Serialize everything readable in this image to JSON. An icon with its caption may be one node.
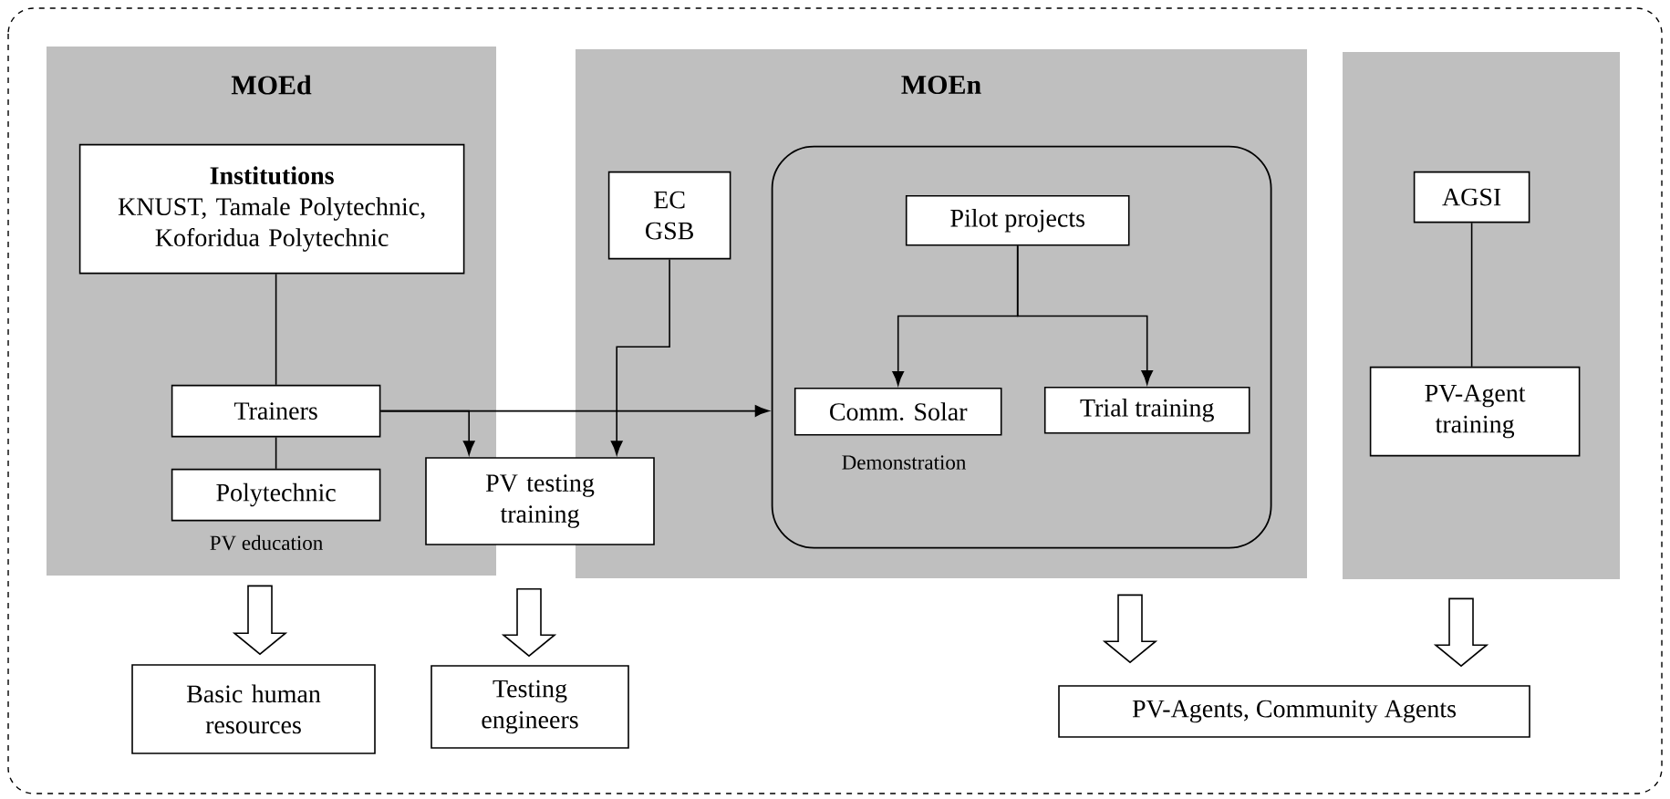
{
  "diagram": {
    "nodes": [
      {
        "text": [
          "MOEd"
        ]
      },
      {
        "text": [
          "Institutions",
          "KNUST, Tamale Polytechnic, Koforidua Polytechnic"
        ],
        "in": 0
      },
      {
        "text": [
          "Trainers"
        ],
        "in": 0
      },
      {
        "text": [
          "Polytechnic"
        ],
        "in": 0,
        "beside": [
          "PV education"
        ]
      },
      {
        "text": [
          "MOEn"
        ]
      },
      {
        "text": [
          "EC GSB"
        ],
        "in": 4
      },
      {
        "text": [
          "PV testing training"
        ]
      },
      {
        "text": [],
        "shape": "box",
        "in": 4
      },
      {
        "text": [
          "Pilot projects"
        ],
        "in": 7
      },
      {
        "text": [
          "Comm. Solar"
        ],
        "in": 7,
        "beside": [
          "Demonstration"
        ]
      },
      {
        "text": [
          "Trial training"
        ],
        "in": 7
      },
      {
        "text": [],
        "shape": "box"
      },
      {
        "text": [
          "AGSI"
        ],
        "in": 11
      },
      {
        "text": [
          "PV-Agent training"
        ],
        "in": 11
      },
      {
        "text": [
          "Basic human resources"
        ]
      },
      {
        "text": [
          "Testing engineers"
        ]
      },
      {
        "text": [
          "PV-Agents, Community Agents"
        ]
      }
    ],
    "edges": [
      {
        "from": 1,
        "to": 2,
        "arrow": "none"
      },
      {
        "from": 2,
        "to": 3,
        "arrow": "none"
      },
      {
        "from": 2,
        "to": 6,
        "arrow": "to"
      },
      {
        "from": 2,
        "to": 7,
        "arrow": "to"
      },
      {
        "from": 5,
        "to": 6,
        "arrow": "to"
      },
      {
        "from": 8,
        "to": 9,
        "arrow": "to"
      },
      {
        "from": 8,
        "to": 10,
        "arrow": "to"
      },
      {
        "from": 12,
        "to": 13,
        "arrow": "none"
      },
      {
        "from": 0,
        "to": 14,
        "arrow": "to",
        "style": "thick"
      },
      {
        "from": 6,
        "to": 15,
        "arrow": "to",
        "style": "thick"
      },
      {
        "from": 4,
        "to": 16,
        "arrow": "to",
        "style": "thick"
      },
      {
        "from": 11,
        "to": 16,
        "arrow": "to",
        "style": "thick"
      }
    ]
  }
}
